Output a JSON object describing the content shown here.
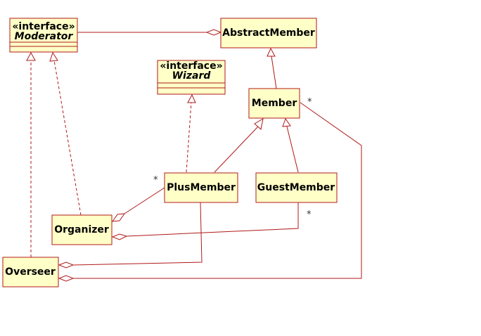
{
  "classes": {
    "moderator": {
      "stereotype": "«interface»",
      "name": "Moderator"
    },
    "wizard": {
      "stereotype": "«interface»",
      "name": "Wizard"
    },
    "abstract_member": {
      "name": "AbstractMember"
    },
    "member": {
      "name": "Member"
    },
    "plus_member": {
      "name": "PlusMember"
    },
    "guest_member": {
      "name": "GuestMember"
    },
    "organizer": {
      "name": "Organizer"
    },
    "overseer": {
      "name": "Overseer"
    }
  },
  "multiplicities": {
    "member_overseer": "*",
    "plusmember_organizer": "*",
    "guestmember_organizer": "*"
  },
  "colors": {
    "box_fill": "#ffffc8",
    "line": "#b01818"
  }
}
